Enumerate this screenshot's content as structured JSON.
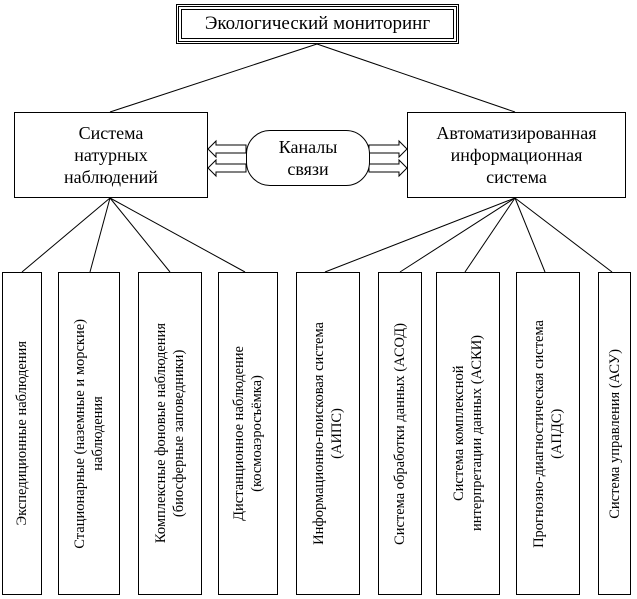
{
  "title": "Экологический мониторинг",
  "left_system": "Система\nнатурных\nнаблюдений",
  "right_system": "Автоматизированная\nинформационная\nсистема",
  "channels": "Каналы\nсвязи",
  "left_leaves": [
    "Экспедиционные наблюдения",
    "Стационарные (наземные и морские)\nнаблюдения",
    "Комплексные фоновые наблюдения\n(биосферные заповедники)",
    "Дистанционное наблюдение\n(космоаэросъёмка)"
  ],
  "right_leaves": [
    "Информационно-поисковая система\n(АИПС)",
    "Система обработки данных (АСОД)",
    "Система комплексной\nинтерпретации данных (АСКИ)",
    "Прогнозно-диагностическая система\n(АПДС)",
    "Система управления (АСУ)"
  ]
}
